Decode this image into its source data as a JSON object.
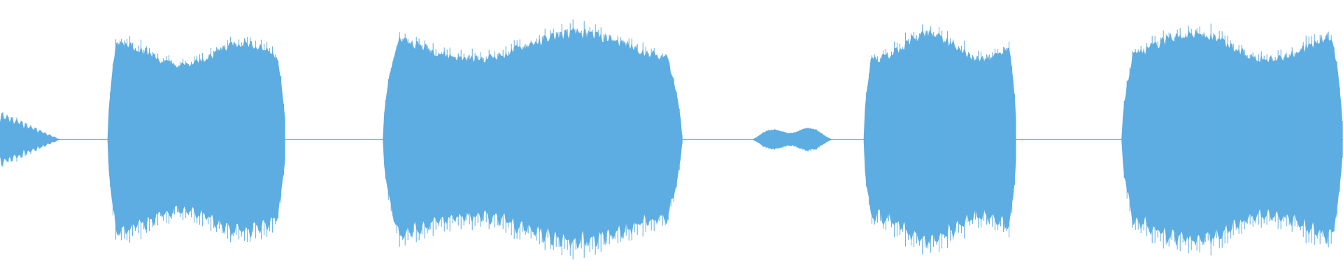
{
  "waveform": {
    "color": "#5dade2",
    "background": "#ffffff",
    "segments": [
      {
        "kind": "fade-out",
        "start": 0.0,
        "end": 0.045,
        "level": 0.22
      },
      {
        "kind": "burst",
        "start": 0.08,
        "end": 0.213,
        "level": 0.73
      },
      {
        "kind": "burst",
        "start": 0.285,
        "end": 0.508,
        "level": 0.8
      },
      {
        "kind": "blip",
        "start": 0.56,
        "end": 0.62,
        "level": 0.12
      },
      {
        "kind": "burst",
        "start": 0.643,
        "end": 0.757,
        "level": 0.8
      },
      {
        "kind": "burst",
        "start": 0.835,
        "end": 1.0,
        "level": 0.8
      }
    ]
  }
}
